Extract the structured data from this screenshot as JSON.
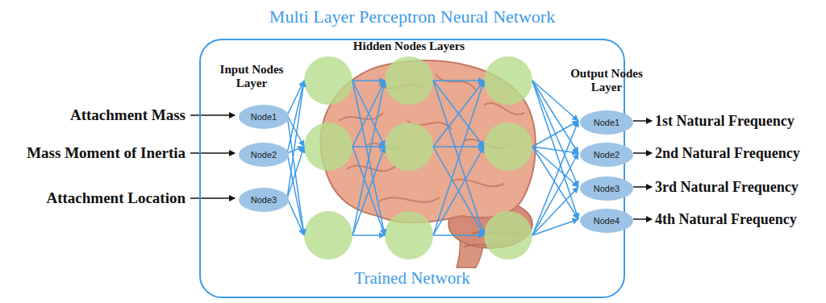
{
  "diagram": {
    "nodes": [
      {
        "text": [
          "Multi Layer Perceptron Neural Network",
          "Trained Network"
        ]
      },
      {
        "text": [
          "Node1"
        ],
        "in": 0
      },
      {
        "text": [
          "Node2"
        ],
        "in": 0
      },
      {
        "text": [
          "Node3"
        ],
        "in": 0
      },
      {
        "text": [
          "Node1"
        ],
        "in": 0
      },
      {
        "text": [
          "Node2"
        ],
        "in": 0
      },
      {
        "text": [
          "Node3"
        ],
        "in": 0
      },
      {
        "text": [
          "Node4"
        ],
        "in": 0
      }
    ],
    "labels": [
      "Input Nodes Layer",
      "Hidden Nodes Layers",
      "Output Nodes Layer",
      "Attachment Mass",
      "Mass Moment of Inertia",
      "Attachment Location",
      "1st Natural Frequency",
      "2nd Natural Frequency",
      "3rd Natural Frequency",
      "4th Natural Frequency"
    ]
  }
}
